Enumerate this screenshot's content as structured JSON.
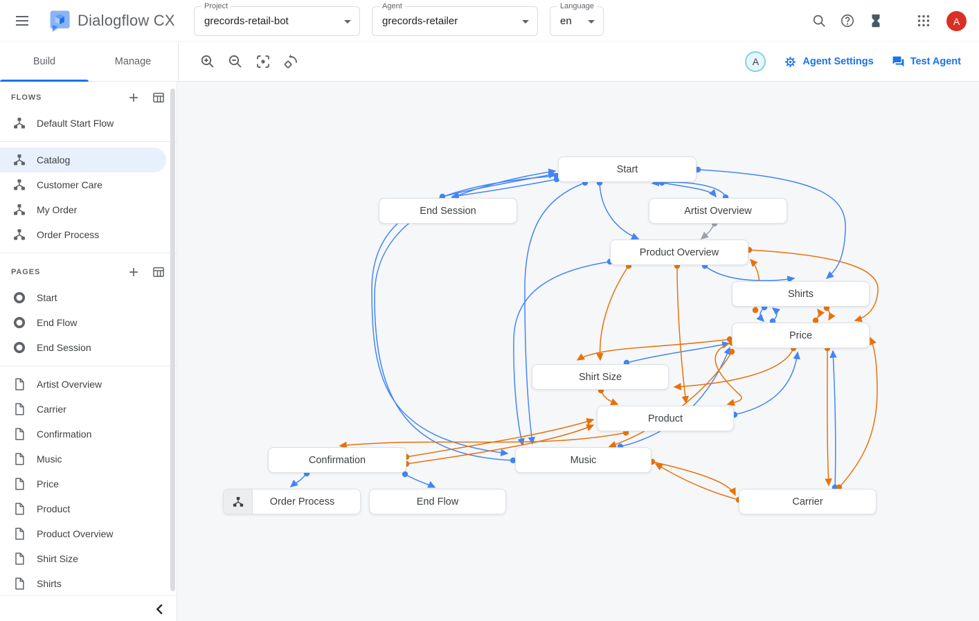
{
  "header": {
    "app_title": "Dialogflow CX",
    "project": {
      "label": "Project",
      "value": "grecords-retail-bot"
    },
    "agent": {
      "label": "Agent",
      "value": "grecords-retailer"
    },
    "language": {
      "label": "Language",
      "value": "en"
    },
    "icons": [
      "search",
      "help",
      "pending-changes",
      "apps-grid"
    ],
    "avatar_letter": "A",
    "avatar_color": "#d93025"
  },
  "toolbar": {
    "tabs": [
      {
        "label": "Build",
        "active": true
      },
      {
        "label": "Manage",
        "active": false
      }
    ],
    "canvas_icons": [
      "zoom-in",
      "zoom-out",
      "center-focus",
      "reset-view"
    ],
    "collaborator_avatar": "A",
    "agent_settings_label": "Agent Settings",
    "test_agent_label": "Test Agent",
    "accent_color": "#1a73e8"
  },
  "sidebar": {
    "flows_header": "FLOWS",
    "pages_header": "PAGES",
    "flows": [
      {
        "label": "Default Start Flow",
        "selected": false
      },
      {
        "label": "Catalog",
        "selected": true
      },
      {
        "label": "Customer Care",
        "selected": false
      },
      {
        "label": "My Order",
        "selected": false
      },
      {
        "label": "Order Process",
        "selected": false
      }
    ],
    "special_pages": [
      {
        "label": "Start"
      },
      {
        "label": "End Flow"
      },
      {
        "label": "End Session"
      }
    ],
    "pages": [
      {
        "label": "Artist Overview"
      },
      {
        "label": "Carrier"
      },
      {
        "label": "Confirmation"
      },
      {
        "label": "Music"
      },
      {
        "label": "Price"
      },
      {
        "label": "Product"
      },
      {
        "label": "Product Overview"
      },
      {
        "label": "Shirt Size"
      },
      {
        "label": "Shirts"
      }
    ]
  },
  "canvas": {
    "nodes": [
      {
        "label": "Start",
        "type": "page"
      },
      {
        "label": "End Session",
        "type": "page"
      },
      {
        "label": "Artist Overview",
        "type": "page"
      },
      {
        "label": "Product Overview",
        "type": "page"
      },
      {
        "label": "Shirts",
        "type": "page"
      },
      {
        "label": "Price",
        "type": "page"
      },
      {
        "label": "Shirt Size",
        "type": "page"
      },
      {
        "label": "Product",
        "type": "page"
      },
      {
        "label": "Confirmation",
        "type": "page"
      },
      {
        "label": "Music",
        "type": "page"
      },
      {
        "label": "Order Process",
        "type": "flow"
      },
      {
        "label": "End Flow",
        "type": "page"
      },
      {
        "label": "Carrier",
        "type": "page"
      }
    ],
    "edge_colors": {
      "blue": "#4285f4",
      "orange": "#e8710a",
      "gray": "#9aa0a6"
    }
  }
}
